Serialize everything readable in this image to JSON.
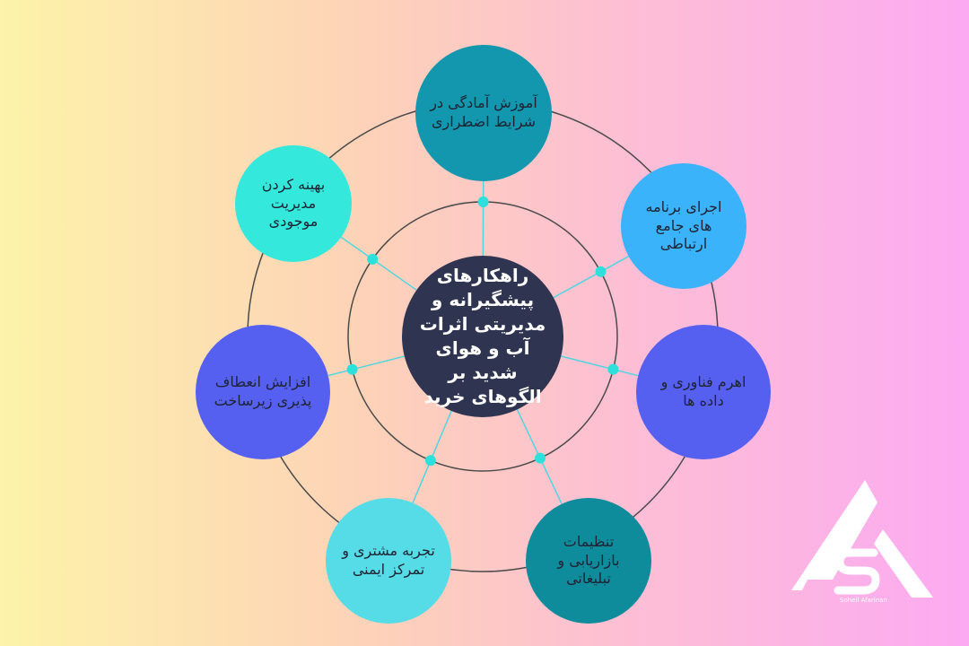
{
  "center": {
    "label": "راهکارهای پیشگیرانه و مدیریتی اثرات آب و هوای شدید بر الگوهای خرید",
    "color": "#2f3450"
  },
  "nodes": [
    {
      "id": "emergency-training",
      "label": "آموزش آمادگی در شرایط اضطراری",
      "color": "#1297ae"
    },
    {
      "id": "communication-programs",
      "label": "اجرای برنامه های جامع ارتباطی",
      "color": "#3bb3fb"
    },
    {
      "id": "technology-data",
      "label": "اهرم فناوری و داده ها",
      "color": "#5560f0"
    },
    {
      "id": "marketing-settings",
      "label": "تنظیمات بازاریابی و تبلیغاتی",
      "color": "#0e8c9c"
    },
    {
      "id": "customer-experience",
      "label": "تجربه مشتری و تمرکز ایمنی",
      "color": "#55dce6"
    },
    {
      "id": "infrastructure-resilience",
      "label": "افزایش انعطاف پذیری زیرساخت",
      "color": "#5560f0"
    },
    {
      "id": "inventory-optimization",
      "label": "بهینه کردن مدیریت موجودی",
      "color": "#34e8dc"
    }
  ],
  "colors": {
    "ring": "#4a4a4a",
    "connector": "#4fd6e0",
    "dot": "#2ee0dc",
    "logo": "#ffffff"
  },
  "logo": {
    "text": "Soheil Afarinan"
  }
}
